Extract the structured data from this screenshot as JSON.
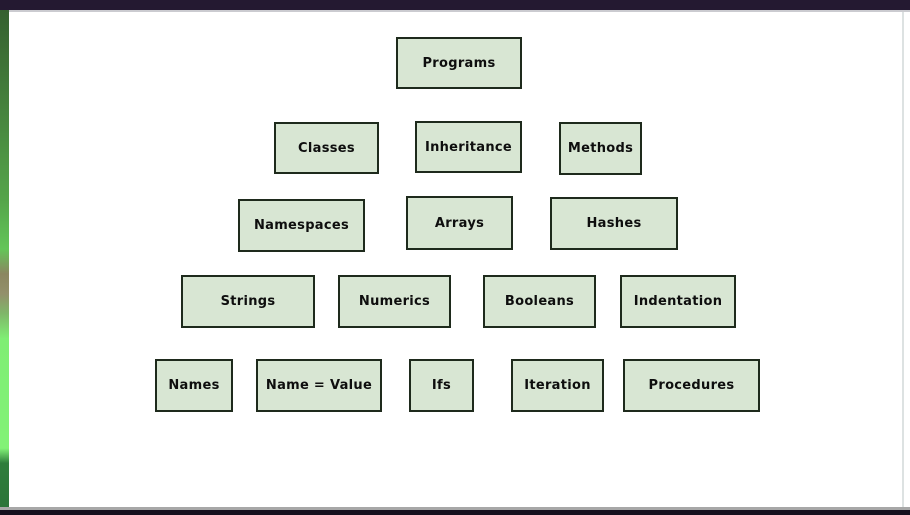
{
  "pyramid": {
    "rows": [
      {
        "items": [
          {
            "label": "Programs"
          }
        ]
      },
      {
        "items": [
          {
            "label": "Classes"
          },
          {
            "label": "Inheritance"
          },
          {
            "label": "Methods"
          }
        ]
      },
      {
        "items": [
          {
            "label": "Namespaces"
          },
          {
            "label": "Arrays"
          },
          {
            "label": "Hashes"
          }
        ]
      },
      {
        "items": [
          {
            "label": "Strings"
          },
          {
            "label": "Numerics"
          },
          {
            "label": "Booleans"
          },
          {
            "label": "Indentation"
          }
        ]
      },
      {
        "items": [
          {
            "label": "Names"
          },
          {
            "label": "Name = Value"
          },
          {
            "label": "Ifs"
          },
          {
            "label": "Iteration"
          },
          {
            "label": "Procedures"
          }
        ]
      }
    ]
  },
  "colors": {
    "box_fill": "#d8e6d3",
    "box_border": "#1e2a1c",
    "box_text": "#0e0e0e",
    "top_bar": "#241931",
    "bottom_bar": "#150f1d",
    "webcam_green_bright": "#7fee74",
    "webcam_green_dark": "#35602f"
  }
}
